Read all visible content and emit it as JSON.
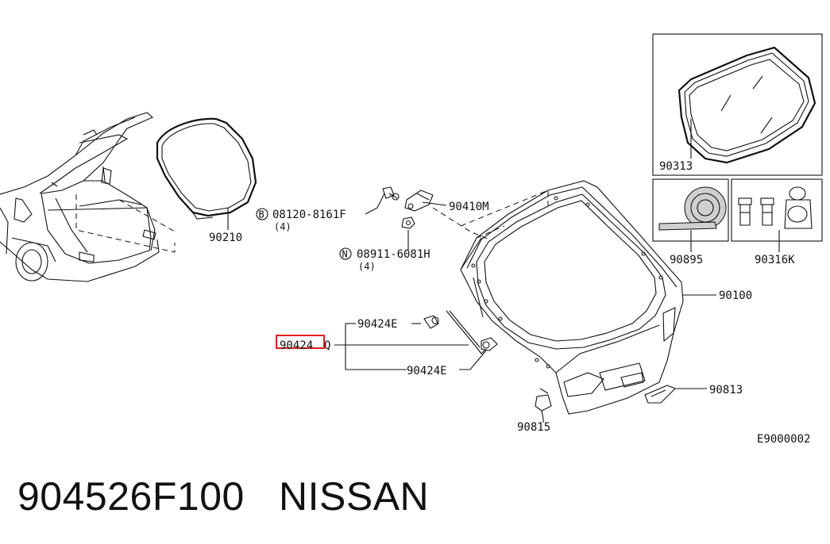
{
  "caption": {
    "part_number": "904526F100",
    "brand": "NISSAN"
  },
  "diagram": {
    "figure_code": "E9000002",
    "highlight_color": "#e02020",
    "callouts": {
      "seal": "90210",
      "bolt_part": "08120-8161F",
      "bolt_qty": "(4)",
      "bolt_prefix": "B",
      "hinge": "90410M",
      "nut_part": "08911-6081H",
      "nut_qty": "(4)",
      "nut_prefix": "N",
      "stay_upper_bracket": "90424E",
      "stay_assembly": "90424",
      "stay_assembly_suffix": "Q",
      "stay_lower_bracket": "90424E",
      "back_door_panel": "90100",
      "window_glass": "90313",
      "dam_rubber": "90895",
      "fastener_kit": "90316K",
      "handle": "90813",
      "bumper_rubber": "90815"
    }
  }
}
